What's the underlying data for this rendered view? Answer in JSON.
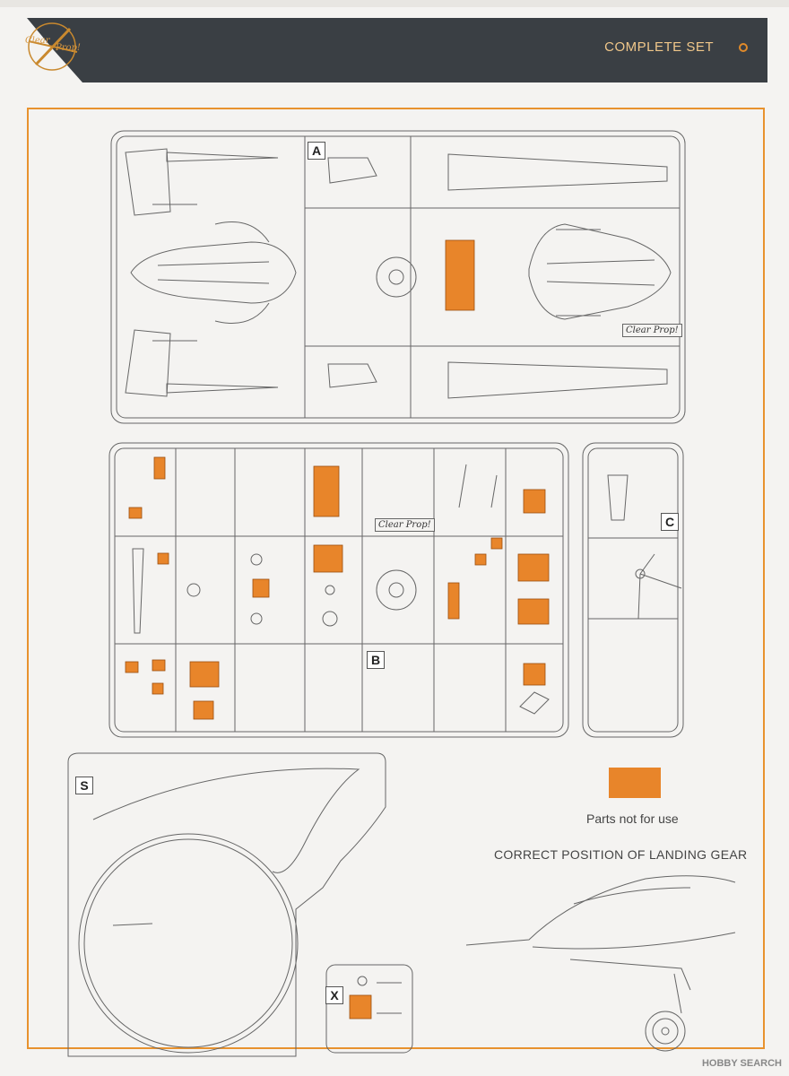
{
  "header": {
    "title": "COMPLETE SET",
    "logo_text": "Clear Prop!"
  },
  "sprues": {
    "a": "A",
    "b": "B",
    "c": "C",
    "s": "S",
    "x": "X",
    "brand_marks": [
      "Clear Prop!",
      "Clear Prop!"
    ]
  },
  "legend": {
    "swatch_color": "#e8852a",
    "text": "Parts not for use"
  },
  "landing_gear": {
    "title": "CORRECT POSITION OF LANDING GEAR"
  },
  "watermark": "HOBBY SEARCH"
}
